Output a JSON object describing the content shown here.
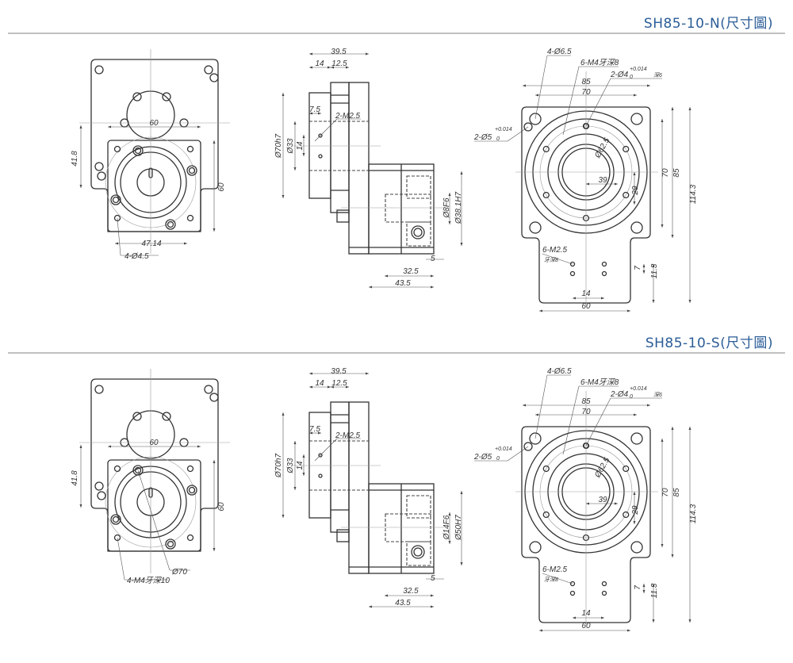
{
  "sections": [
    {
      "title": "SH85-10-N(尺寸圖)",
      "front": {
        "width": "60",
        "left_height": "41.8",
        "right_height": "60",
        "bottom_dim": "47.14",
        "holes": "4-Ø4.5"
      },
      "side": {
        "overall": "39.5",
        "a": "14",
        "b": "12.5",
        "c": "7.5",
        "tap": "2-M2.5",
        "flange": "Ø70h7",
        "pilot": "Ø33",
        "offset": "14",
        "bore": "Ø8F6",
        "recess": "Ø38.1H7",
        "d": "5",
        "e": "32.5",
        "f": "43.5"
      },
      "top": {
        "corner_holes": "4-Ø6.5",
        "tapped": "6-M4牙深8",
        "pin": "2-Ø4",
        "pin_tol_up": "+0.014",
        "pin_tol_low": "0",
        "pin_depth": "深6",
        "dowel": "2-Ø5",
        "dowel_tol_up": "+0.014",
        "dowel_tol_low": "0",
        "w85": "85",
        "w70": "70",
        "pcd": "Ø62.5",
        "r39": "39",
        "h29": "29",
        "h70": "70",
        "h85": "85",
        "h114": "114.3",
        "tap_bottom": "6-M2.5",
        "tap_depth": "牙深8",
        "v7": "7",
        "v11": "11.3",
        "w14": "14",
        "w60": "60"
      }
    },
    {
      "title": "SH85-10-S(尺寸圖)",
      "front": {
        "width": "60",
        "left_height": "41.8",
        "right_height": "60",
        "holes": "4-M4牙深10",
        "pcd": "Ø70"
      },
      "side": {
        "overall": "39.5",
        "a": "14",
        "b": "12.5",
        "c": "7.5",
        "tap": "2-M2.5",
        "flange": "Ø70h7",
        "pilot": "Ø33",
        "offset": "14",
        "bore": "Ø14F6",
        "recess": "Ø50H7",
        "d": "5",
        "e": "32.5",
        "f": "43.5"
      },
      "top": {
        "corner_holes": "4-Ø6.5",
        "tapped": "6-M4牙深8",
        "pin": "2-Ø4",
        "pin_tol_up": "+0.014",
        "pin_tol_low": "0",
        "pin_depth": "深6",
        "dowel": "2-Ø5",
        "dowel_tol_up": "+0.014",
        "dowel_tol_low": "0",
        "w85": "85",
        "w70": "70",
        "pcd": "Ø62.5",
        "r39": "39",
        "h29": "29",
        "h70": "70",
        "h85": "85",
        "h114": "114.3",
        "tap_bottom": "6-M2.5",
        "tap_depth": "牙深8",
        "v7": "7",
        "v11": "11.3",
        "w14": "14",
        "w60": "60"
      }
    }
  ]
}
